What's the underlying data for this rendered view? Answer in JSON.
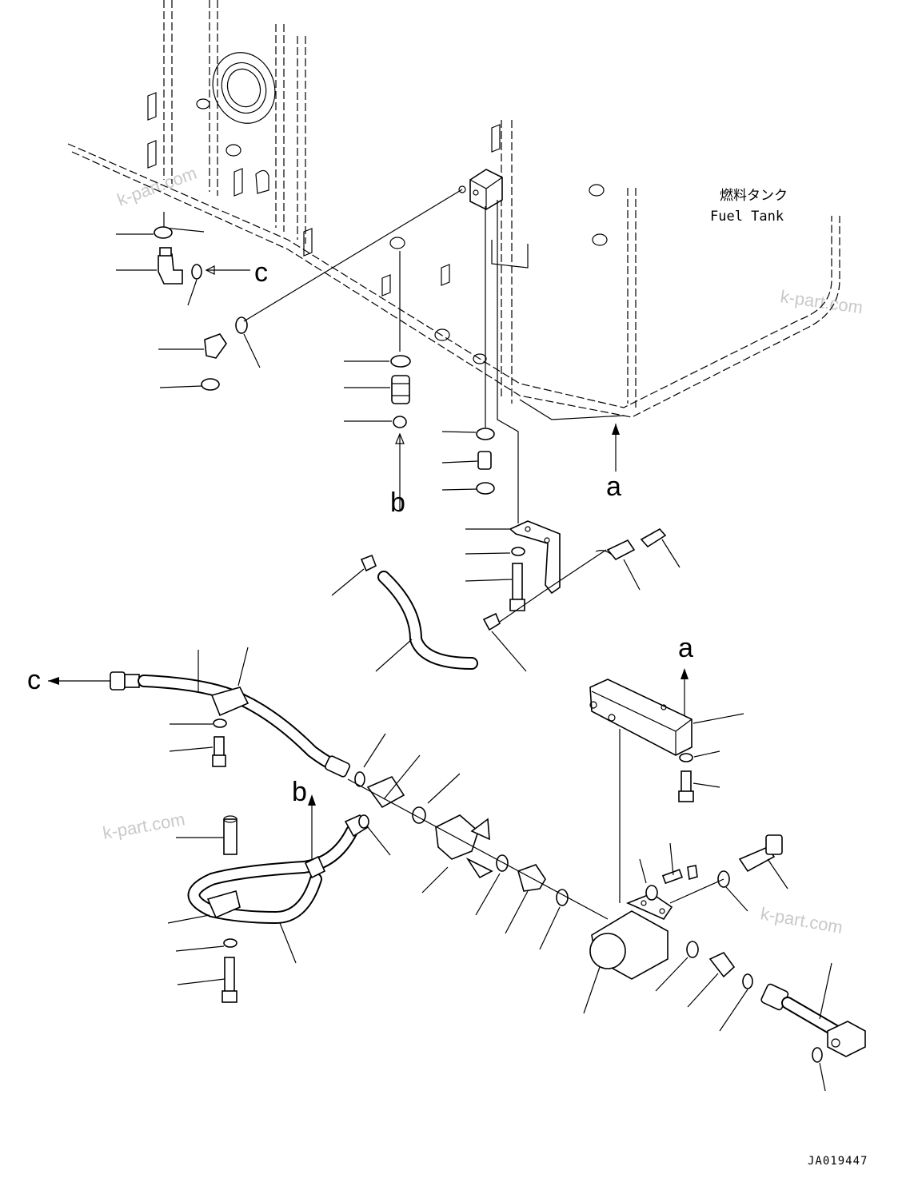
{
  "diagram": {
    "tank_label_jp": "燃料タンク",
    "tank_label_en": "Fuel Tank",
    "drawing_code": "JA019447",
    "watermark": "k-part.com",
    "callouts": {
      "a": "a",
      "b": "b",
      "c": "c"
    }
  }
}
